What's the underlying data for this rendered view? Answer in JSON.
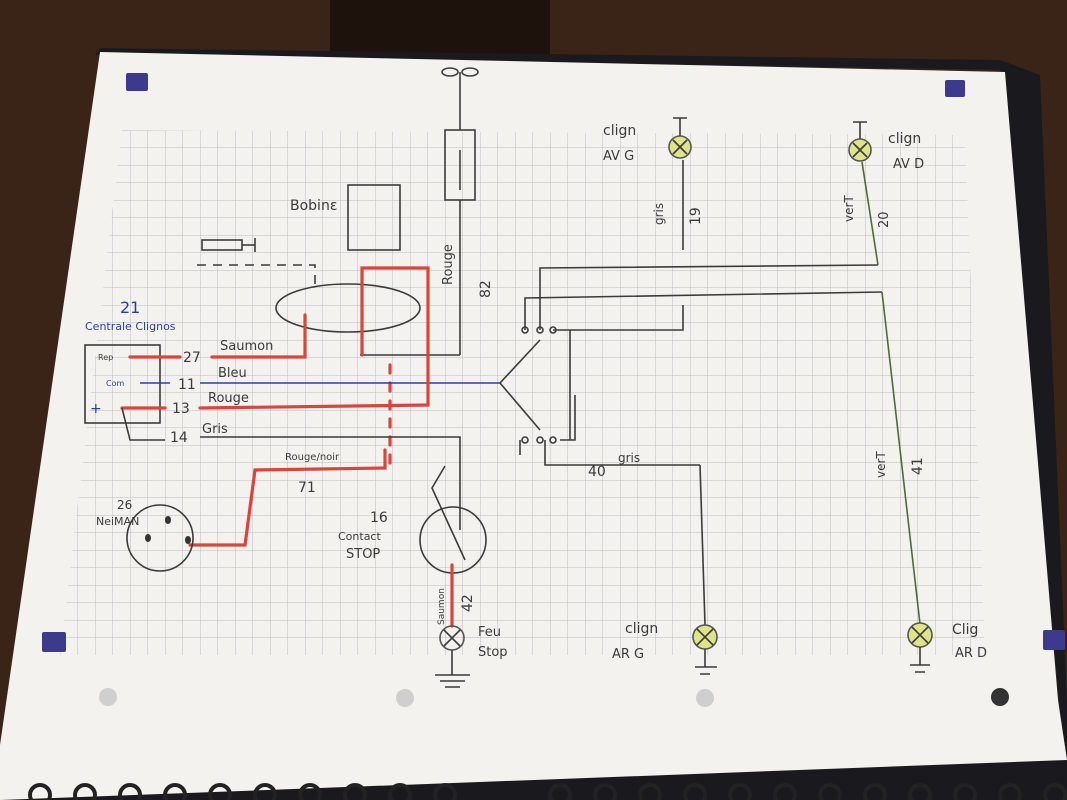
{
  "colors": {
    "paper": "#f3f2ee",
    "grid": "#b9bcc4",
    "wire_red": "#d9453a",
    "wire_blue": "#2a3f9a",
    "lamp_fill": "#dfe38a",
    "wood": "#3a2418",
    "brand": "#3b3a8c"
  },
  "components": {
    "bobine": "Bobinɛ",
    "centrale_number": "21",
    "centrale_label": "Centrale Clignos",
    "terminal_rep": "Rep",
    "terminal_com": "Com",
    "terminal_plus": "+",
    "neiman_number": "26",
    "neiman_label": "NeiMAN",
    "stop_number": "16",
    "stop_label_1": "Contact",
    "stop_label_2": "STOP",
    "feu_stop_1": "Feu",
    "feu_stop_2": "Stop",
    "av_g_1": "clign",
    "av_g_2": "AV G",
    "av_d_1": "clign",
    "av_d_2": "AV D",
    "ar_g_1": "clign",
    "ar_g_2": "AR G",
    "ar_d_1": "Clig",
    "ar_d_2": "AR D"
  },
  "wires": [
    {
      "number": "27",
      "color": "Saumon"
    },
    {
      "number": "11",
      "color": "Bleu"
    },
    {
      "number": "13",
      "color": "Rouge"
    },
    {
      "number": "14",
      "color": "Gris"
    },
    {
      "number": "71",
      "color": "Rouge/noir"
    },
    {
      "number": "82",
      "color": "Rouge"
    },
    {
      "number": "19",
      "color": "gris"
    },
    {
      "number": "20",
      "color": "verT"
    },
    {
      "number": "41",
      "color": "verT"
    },
    {
      "number": "40",
      "color": "gris"
    },
    {
      "number": "42",
      "color": "Saumon"
    }
  ]
}
